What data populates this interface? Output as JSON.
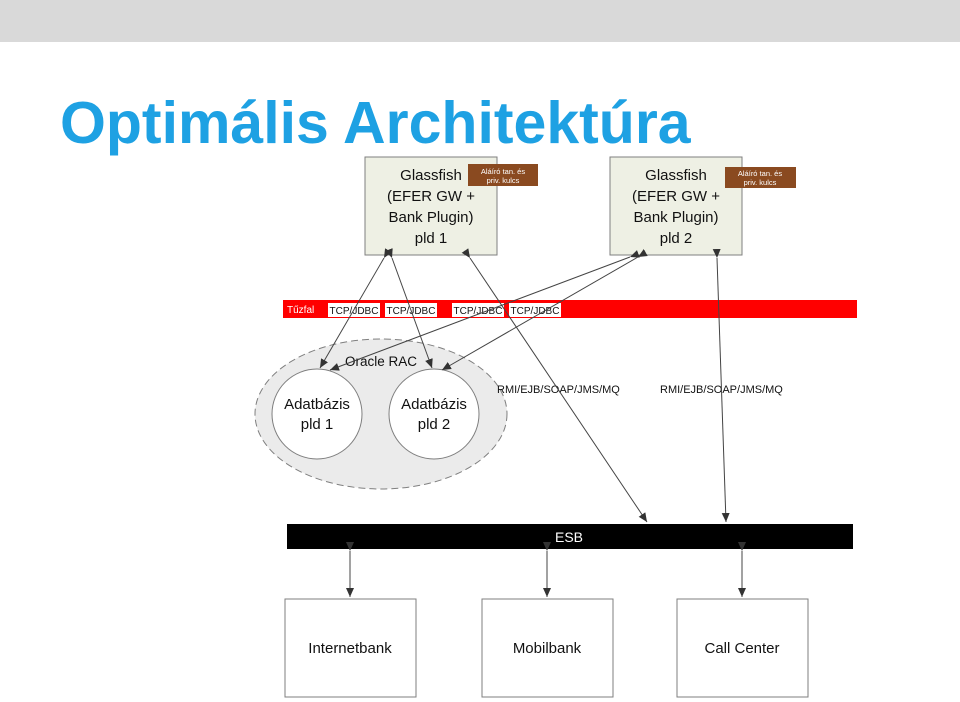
{
  "title": "Optimális Architektúra",
  "colors": {
    "title": "#1ea1e3",
    "server_box": "#eef0e4",
    "key_badge": "#8a4a20",
    "firewall": "#ff0000",
    "esb": "#000000"
  },
  "servers": [
    {
      "lines": [
        "Glassfish",
        "(EFER GW +",
        "Bank Plugin)",
        "pld 1"
      ],
      "badge": [
        "Aláíró tan. és",
        "priv. kulcs"
      ]
    },
    {
      "lines": [
        "Glassfish",
        "(EFER GW +",
        "Bank Plugin)",
        "pld 2"
      ],
      "badge": [
        "Aláíró tan. és",
        "priv. kulcs"
      ]
    }
  ],
  "firewall": {
    "label": "Tűzfal",
    "ports": [
      "TCP/JDBC",
      "TCP/JDBC",
      "TCP/JDBC",
      "TCP/JDBC"
    ]
  },
  "cluster": {
    "label": "Oracle RAC",
    "nodes": [
      {
        "lines": [
          "Adatbázis",
          "pld 1"
        ]
      },
      {
        "lines": [
          "Adatbázis",
          "pld 2"
        ]
      }
    ]
  },
  "protocols": [
    "RMI/EJB/SOAP/JMS/MQ",
    "RMI/EJB/SOAP/JMS/MQ"
  ],
  "esb": {
    "label": "ESB"
  },
  "clients": [
    {
      "label": "Internetbank"
    },
    {
      "label": "Mobilbank"
    },
    {
      "label": "Call Center"
    }
  ]
}
